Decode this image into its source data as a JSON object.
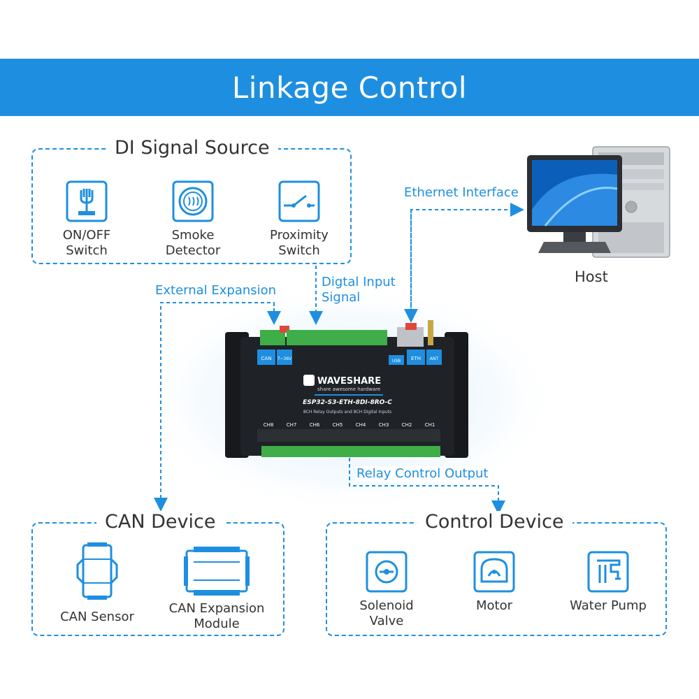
{
  "banner": {
    "title": "Linkage Control"
  },
  "di_source": {
    "title": "DI Signal Source",
    "items": [
      {
        "label": "ON/OFF\nSwitch",
        "icon": "on-off-switch-icon"
      },
      {
        "label": "Smoke\nDetector",
        "icon": "smoke-detector-icon"
      },
      {
        "label": "Proximity\nSwitch",
        "icon": "proximity-switch-icon"
      }
    ]
  },
  "host": {
    "label": "Host",
    "icon": "computer-icon"
  },
  "labels": {
    "ethernet": "Ethernet Interface",
    "external": "External Expansion",
    "digital_input": "Digtal Input\nSignal",
    "relay": "Relay Control Output"
  },
  "device": {
    "brand": "WAVESHARE",
    "slogan": "share awesome hardware",
    "model": "ESP32-S3-ETH-8DI-8RO-C",
    "desc": "8CH Relay Outputs and 8CH Digital Inputs",
    "channels": [
      "CH8",
      "CH7",
      "CH6",
      "CH5",
      "CH4",
      "CH3",
      "CH2",
      "CH1"
    ],
    "ports": {
      "can": "CAN",
      "power": "7~36V",
      "usb": "USB",
      "eth": "ETH",
      "ant": "ANT"
    }
  },
  "can_device": {
    "title": "CAN Device",
    "items": [
      {
        "label": "CAN Sensor",
        "icon": "can-sensor-icon"
      },
      {
        "label": "CAN Expansion\nModule",
        "icon": "can-expansion-module-icon"
      }
    ]
  },
  "control_device": {
    "title": "Control Device",
    "items": [
      {
        "label": "Solenoid\nValve",
        "icon": "solenoid-valve-icon"
      },
      {
        "label": "Motor",
        "icon": "motor-icon"
      },
      {
        "label": "Water Pump",
        "icon": "water-pump-icon"
      }
    ]
  },
  "colors": {
    "accent": "#1e8fe0",
    "device_body": "#1f2226",
    "terminal": "#3fae49",
    "text": "#333333"
  }
}
